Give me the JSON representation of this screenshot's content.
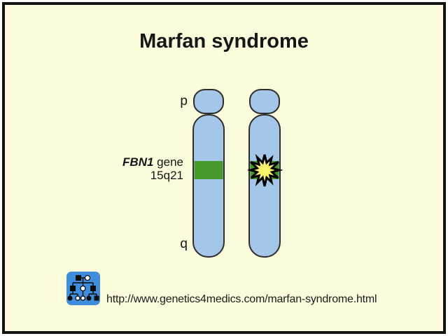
{
  "title": "Marfan syndrome",
  "diagram": {
    "p_label": "p",
    "q_label": "q",
    "gene_name": "FBN1",
    "gene_suffix": " gene",
    "locus": "15q21",
    "chromosomes": [
      {
        "name": "chromosome-15-normal",
        "mutation": false
      },
      {
        "name": "chromosome-15-mutated",
        "mutation": true
      }
    ]
  },
  "footer": {
    "url": "http://www.genetics4medics.com/marfan-syndrome.html",
    "logo_icon": "pedigree-chart-icon"
  },
  "colors": {
    "canvas_bg": "#fcfbdc",
    "frame_border": "#141414",
    "chromosome_fill": "#a3c6e9",
    "chromosome_outline": "#2e2e2e",
    "gene_band": "#479a2b",
    "mutation_fill": "#f8f36b",
    "mutation_outline": "#000000",
    "logo_bg": "#3e8edd",
    "text": "#161616"
  }
}
